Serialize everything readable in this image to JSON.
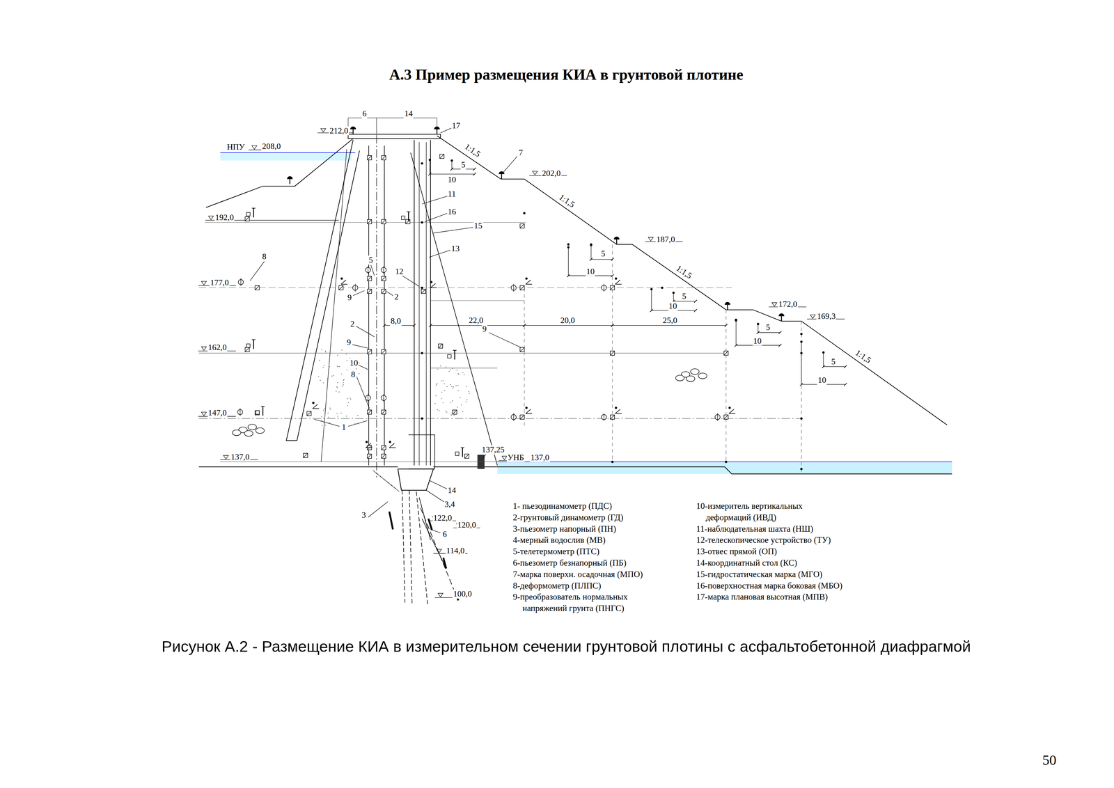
{
  "diagram": {
    "title": "А.3 Пример размещения КИА в грунтовой плотине",
    "caption": "Рисунок А.2 - Размещение КИА в измерительном сечении грунтовой плотины с асфальтобетонной диафрагмой",
    "labels": [
      "6",
      "14",
      "212,0",
      "17",
      "НПУ",
      "208,0",
      "1:1,5",
      "7",
      "202,0",
      "5",
      "10",
      "11",
      "16",
      "192,0",
      "1:1,5",
      "15",
      "13",
      "187,0",
      "8",
      "5",
      "5",
      "12",
      "10",
      "1:1,5",
      "177,0",
      "9",
      "2",
      "5",
      "10",
      "172,0",
      "169,3",
      "8,0",
      "22,0",
      "20,0",
      "25,0",
      "2",
      "5",
      "9",
      "10",
      "9",
      "162,0",
      "1:1,5",
      "5",
      "10",
      "8",
      "10",
      "147,0",
      "1",
      "137,25",
      "137,0",
      "УНБ",
      "137,0",
      "14",
      "3,4",
      "3",
      "122,0",
      "120,0",
      "6",
      "114,0",
      "100,0",
      "50"
    ],
    "legend": [
      {
        "text": "1- пьезодинамометр (ПДС)"
      },
      {
        "text": "2-грунтовый динамометр (ГД)"
      },
      {
        "text": "3-пьезометр напорный (ПН)"
      },
      {
        "text": "4-мерный водослив (МВ)"
      },
      {
        "text": "5-телетермометр (ПТС)"
      },
      {
        "text": "6-пьезометр безнапорный (ПБ)"
      },
      {
        "text": "7-марка поверхн. осадочная (МПО)"
      },
      {
        "text": "8-деформометр (ПЛПС)"
      },
      {
        "text": "9-преобразователь нормальных напряжений грунта (ПНГС)"
      },
      {
        "text": "10-измеритель вертикальных деформаций (ИВД)"
      },
      {
        "text": "11-наблюдательная шахта (НШ)"
      },
      {
        "text": "12-телескопическое устройство (ТУ)"
      },
      {
        "text": "13-отвес прямой (ОП)"
      },
      {
        "text": "14-координатный стол (КС)"
      },
      {
        "text": "15-гидростатическая марка (МГО)"
      },
      {
        "text": "16-поверхностная марка боковая (МБО)"
      },
      {
        "text": "17-марка плановая высотная (МПВ)"
      }
    ]
  }
}
